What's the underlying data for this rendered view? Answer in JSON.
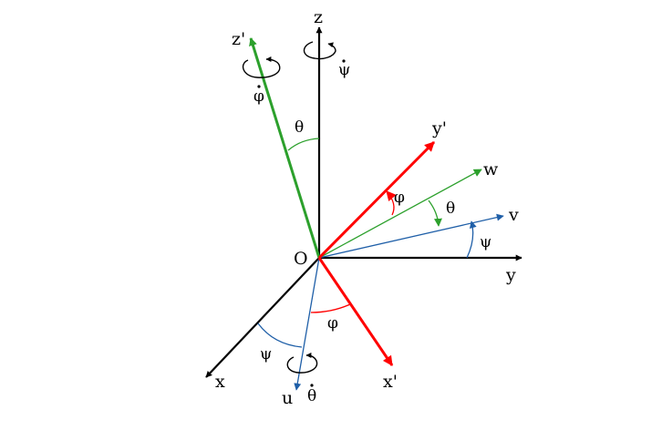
{
  "colors": {
    "fixed_axes": "#000000",
    "rotated_axes": "#ff0000",
    "nutation_axis": "#2ca02c",
    "precession_axis": "#1f5fa8"
  },
  "labels": {
    "origin": "O",
    "x": "x",
    "y": "y",
    "z": "z",
    "x_prime": "x'",
    "y_prime": "y'",
    "z_prime": "z'",
    "u": "u",
    "v": "v",
    "w": "w",
    "theta_zz": "θ",
    "theta_vw": "θ",
    "phi_top": "φ",
    "phi_bottom": "φ",
    "psi_right": "ψ",
    "psi_left": "ψ",
    "psi_dot": "ψ",
    "phi_dot": "φ",
    "theta_dot": "θ"
  }
}
